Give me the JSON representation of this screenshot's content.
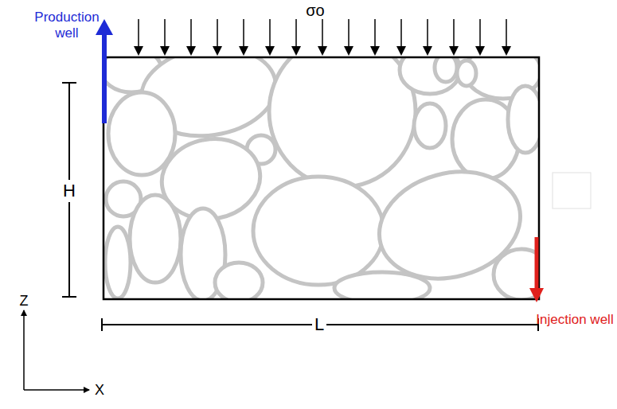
{
  "diagram": {
    "labels": [
      "Production well",
      "σo",
      "H",
      "L",
      "Injection well",
      "Z",
      "X"
    ]
  }
}
